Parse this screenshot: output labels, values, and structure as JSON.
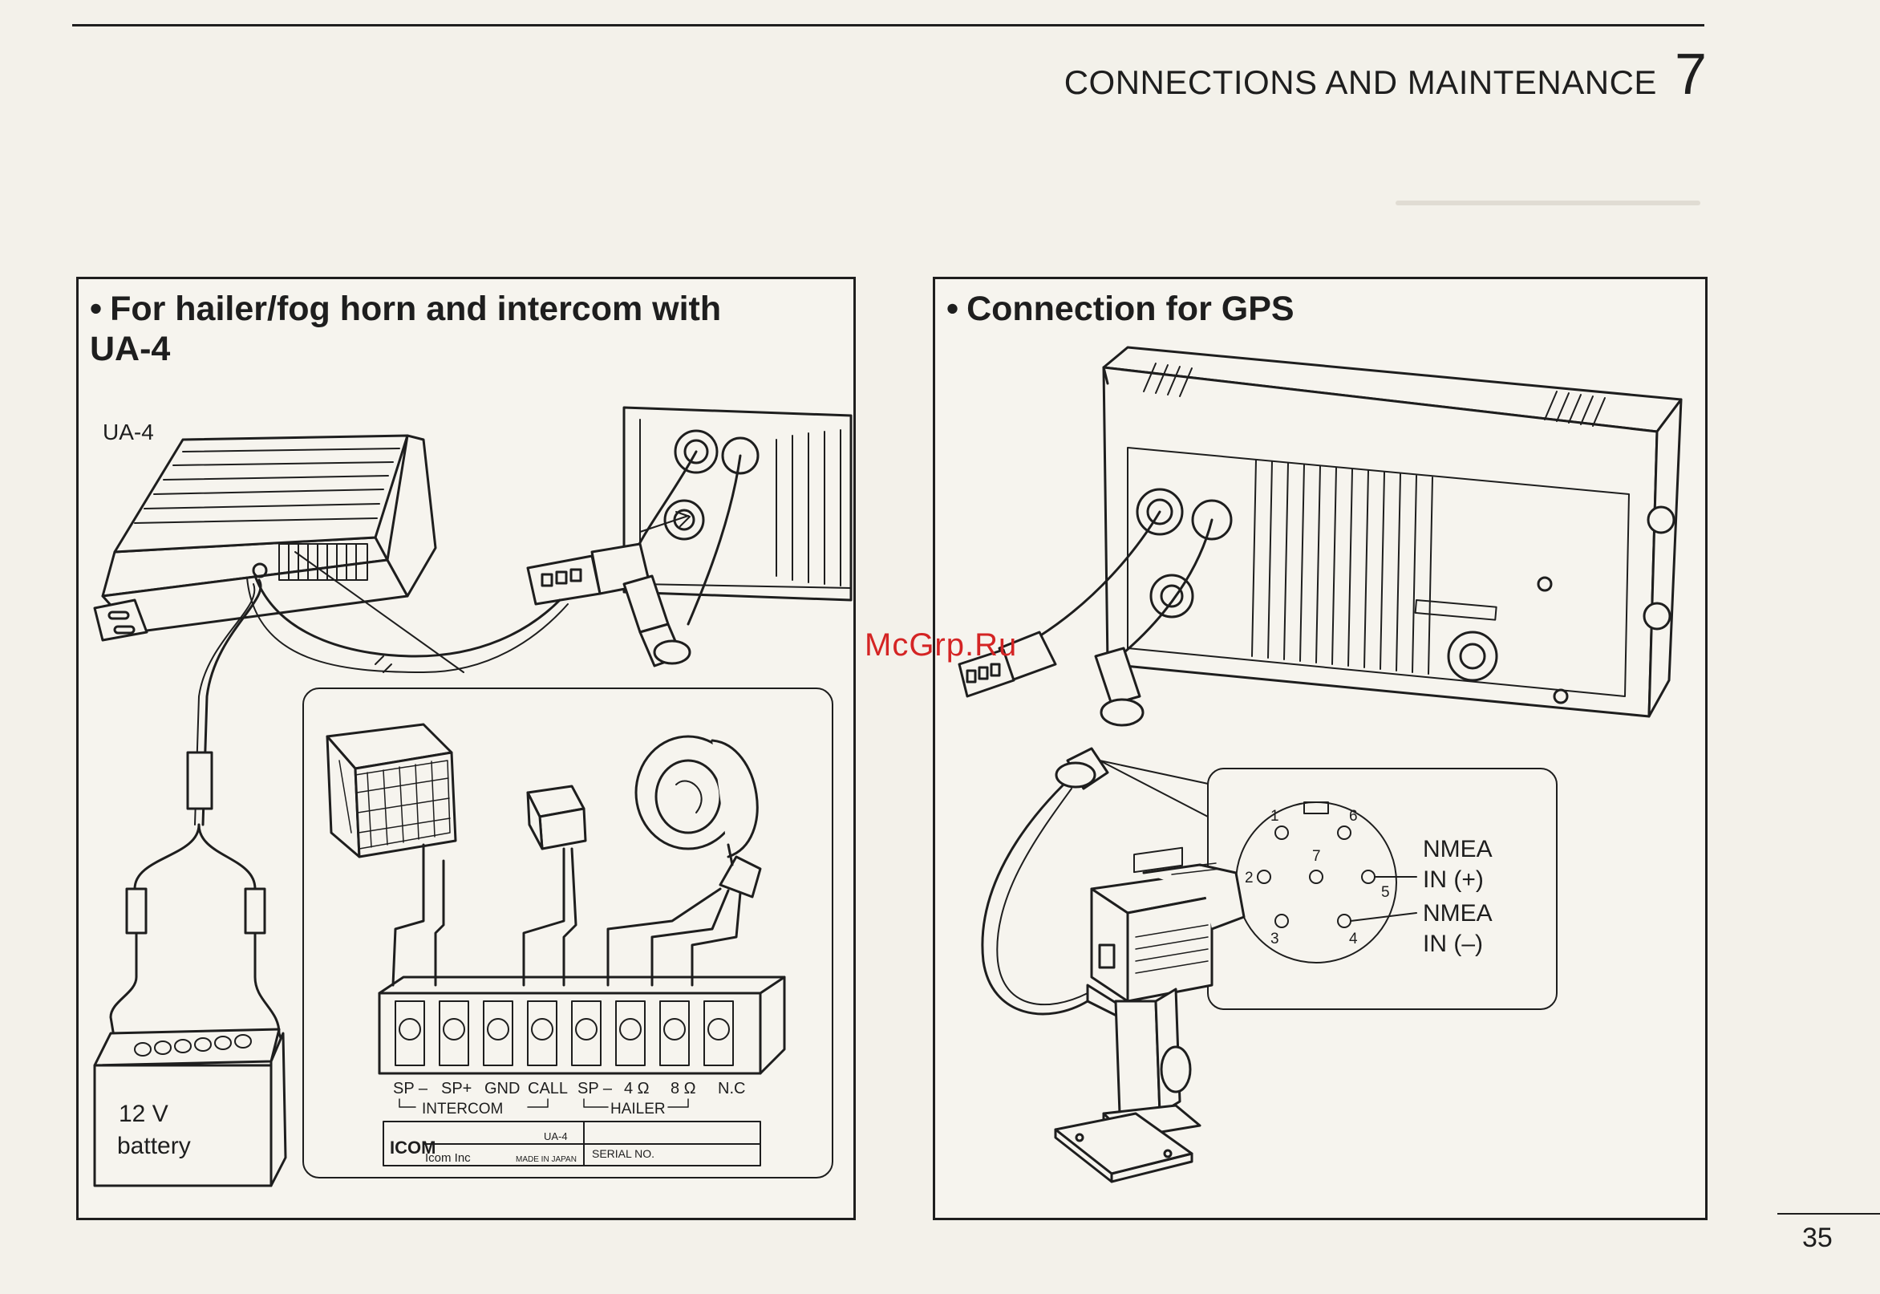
{
  "header": {
    "chapter_title": "CONNECTIONS AND MAINTENANCE",
    "chapter_number": "7"
  },
  "left_panel": {
    "title_line1": "For hailer/fog horn and intercom with",
    "title_line2": "UA-4",
    "ua4_label": "UA-4",
    "battery_label_line1": "12 V",
    "battery_label_line2": "battery",
    "terminals": [
      "SP –",
      "SP+",
      "GND",
      "CALL",
      "SP –",
      "4 Ω",
      "8 Ω",
      "N.C"
    ],
    "group_intercom": "INTERCOM",
    "group_hailer": "HAILER",
    "brand": "ICOM",
    "plate_model": "UA-4",
    "plate_serial": "SERIAL NO.",
    "plate_maker": "Icom Inc",
    "plate_made_in": "MADE IN JAPAN"
  },
  "right_panel": {
    "title": "Connection for GPS",
    "pins": [
      "1",
      "2",
      "3",
      "4",
      "5",
      "6",
      "7"
    ],
    "nmea_plus_line1": "NMEA",
    "nmea_plus_line2": "IN (+)",
    "nmea_minus_line1": "NMEA",
    "nmea_minus_line2": "IN (–)"
  },
  "footer": {
    "page_number": "35",
    "watermark": "McGrp.Ru"
  },
  "colors": {
    "ink": "#1e1e1e",
    "paper": "#f6f4ee",
    "watermark": "#d42424"
  }
}
